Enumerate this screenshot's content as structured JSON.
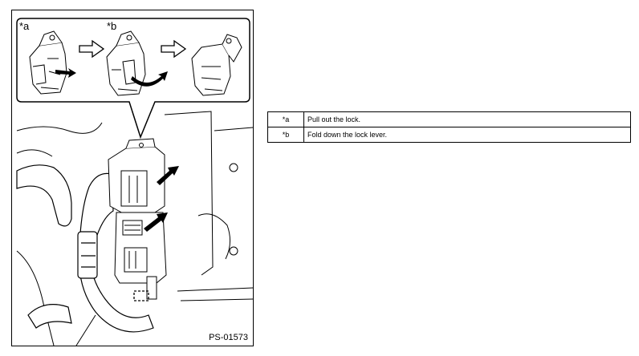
{
  "figure": {
    "id": "PS-01573",
    "callouts": [
      "*a",
      "*b"
    ]
  },
  "legend": [
    {
      "key": "*a",
      "text": "Pull out the lock."
    },
    {
      "key": "*b",
      "text": "Fold down the lock lever."
    }
  ],
  "colors": {
    "line": "#000000",
    "background": "#ffffff",
    "frame": "#000000"
  }
}
